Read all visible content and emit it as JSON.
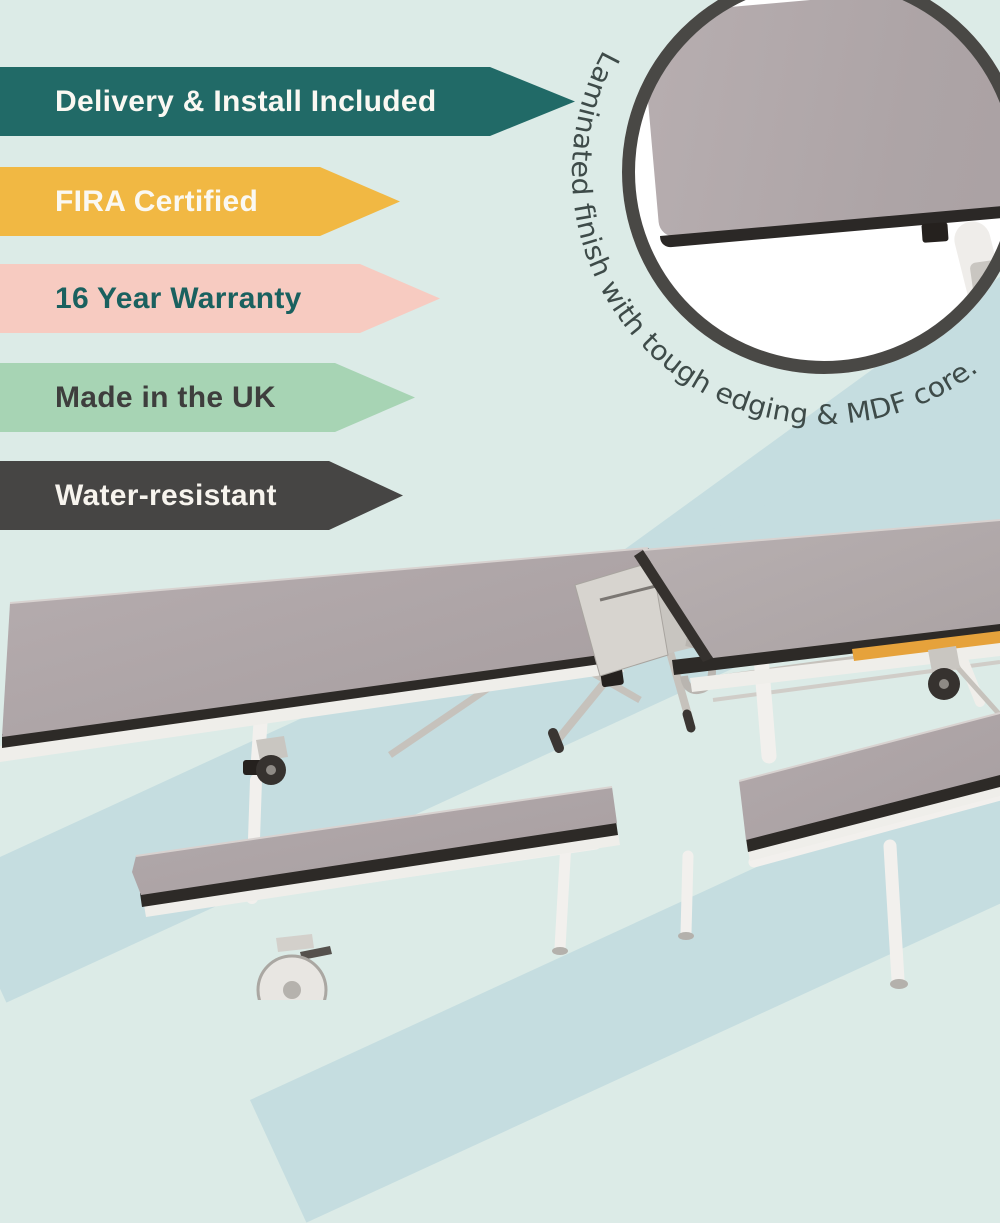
{
  "banners": [
    {
      "id": "delivery",
      "label": "Delivery & Install Included",
      "bg": "#216A67",
      "fg": "#FAF8F2"
    },
    {
      "id": "fira",
      "label": "FIRA Certified",
      "bg": "#F1B843",
      "fg": "#FAF8F2"
    },
    {
      "id": "warranty",
      "label": "16 Year Warranty",
      "bg": "#F7CBC1",
      "fg": "#1A615F"
    },
    {
      "id": "uk",
      "label": "Made in the UK",
      "bg": "#A7D4B4",
      "fg": "#3E3E3D"
    },
    {
      "id": "water",
      "label": "Water-resistant",
      "bg": "#464544",
      "fg": "#F7F4EE"
    }
  ],
  "inset": {
    "caption": "Laminated finish with tough edging & MDF core.",
    "ring_color": "#494845",
    "caption_color": "#3E4B49"
  },
  "palette": {
    "background_mint": "#DCEBE7",
    "stripe_blue": "#C5DDE0",
    "laminate_gray": "#AFA6A8",
    "laminate_edge": "#2D2A27",
    "frame_white": "#F2F0ED",
    "metal_silver": "#C6C2BC",
    "accent_yellow": "#E6A23B"
  }
}
